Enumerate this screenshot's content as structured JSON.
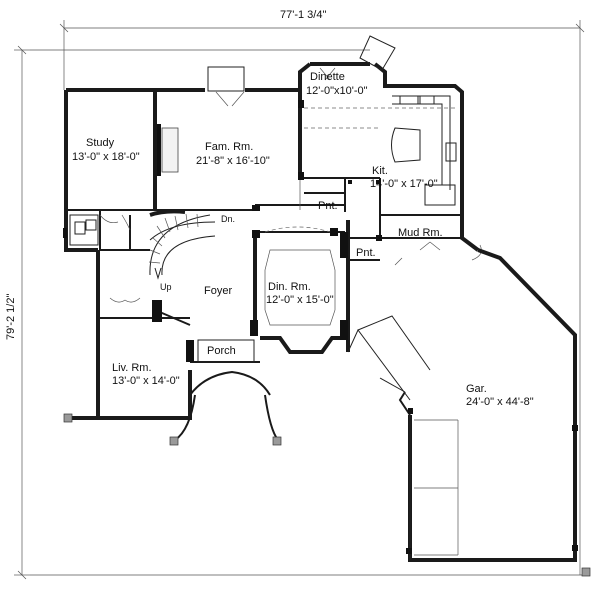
{
  "dimensions": {
    "width": "77'-1 3/4\"",
    "height": "79'-2 1/2\""
  },
  "rooms": {
    "dinette": {
      "name": "Dinette",
      "size": "12'-0\"x10'-0\""
    },
    "study": {
      "name": "Study",
      "size": "13'-0\" x 18'-0\""
    },
    "fam": {
      "name": "Fam. Rm.",
      "size": "21'-8\" x 16'-10\""
    },
    "kit": {
      "name": "Kit.",
      "size": "14'-0\" x 17'-0\""
    },
    "pnt1": {
      "name": "Pnt."
    },
    "pnt2": {
      "name": "Pnt."
    },
    "mud": {
      "name": "Mud Rm."
    },
    "foyer": {
      "name": "Foyer"
    },
    "din": {
      "name": "Din. Rm.",
      "size": "12'-0\" x 15'-0\""
    },
    "porch": {
      "name": "Porch"
    },
    "liv": {
      "name": "Liv. Rm.",
      "size": "13'-0\" x 14'-0\""
    },
    "gar": {
      "name": "Gar.",
      "size": "24'-0\" x 44'-8\""
    }
  },
  "stairs": {
    "down": "Dn.",
    "up": "Up"
  }
}
